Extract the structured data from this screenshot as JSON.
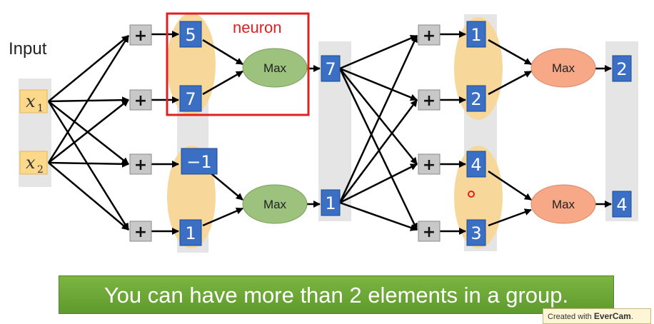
{
  "labels": {
    "input": "Input",
    "neuron": "neuron",
    "x1_base": "x",
    "x1_sub": "1",
    "x2_base": "x",
    "x2_sub": "2",
    "plus": "+",
    "max": "Max"
  },
  "layer1": {
    "neuron_values": [
      "5",
      "7",
      "−1",
      "1"
    ],
    "outputs": [
      "7",
      "1"
    ]
  },
  "layer2": {
    "neuron_values": [
      "1",
      "2",
      "4",
      "3"
    ],
    "outputs": [
      "2",
      "4"
    ]
  },
  "caption": "You can have more than 2 elements in a group.",
  "watermark": {
    "prefix": "Created with ",
    "brand": "EverCam",
    "suffix": "."
  },
  "colors": {
    "value_box": "#3a6fc4",
    "input_box": "#fbd88a",
    "plus_box": "#c8c8c8",
    "group_ellipse": "#f8d89a",
    "max_layer1": "#9cc27e",
    "max_layer2": "#f6a887",
    "column_bg": "#e5e5e5",
    "neuron_frame": "#e02020",
    "caption_bg": "#6ea83a"
  }
}
